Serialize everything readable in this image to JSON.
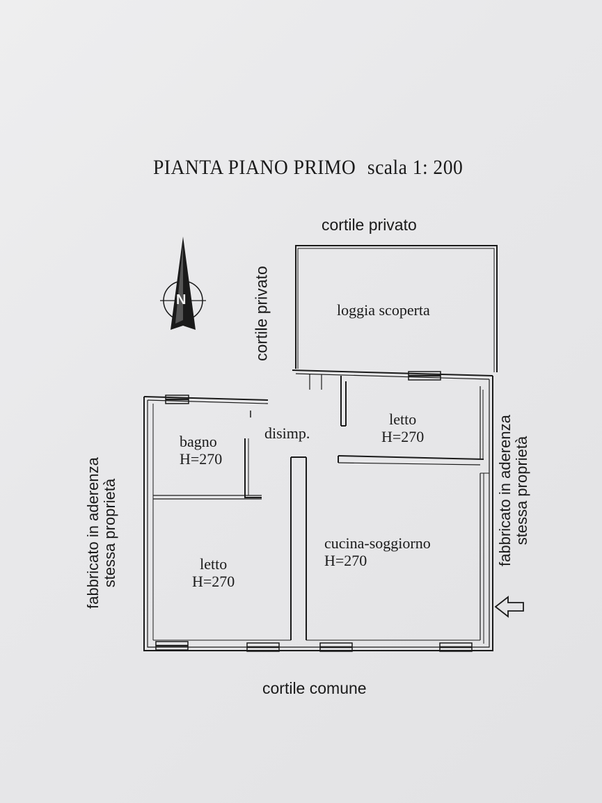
{
  "header": {
    "title": "PIANTA PIANO PRIMO",
    "scale": "scala 1: 200"
  },
  "surroundings": {
    "top": "cortile privato",
    "left_of_loggia": "cortile privato",
    "bottom": "cortile comune",
    "left_side_line1": "fabbricato in aderenza",
    "left_side_line2": "stessa proprietà",
    "right_side_line1": "fabbricato in aderenza",
    "right_side_line2": "stessa proprietà"
  },
  "rooms": {
    "loggia": "loggia scoperta",
    "disimpegno": "disimp.",
    "bagno_name": "bagno",
    "bagno_height": "H=270",
    "letto_top_name": "letto",
    "letto_top_height": "H=270",
    "letto_bottom_name": "letto",
    "letto_bottom_height": "H=270",
    "cucina_name": "cucina-soggiorno",
    "cucina_height": "H=270"
  },
  "compass": {
    "letter": "N",
    "icon": "north-arrow-icon"
  },
  "entrance": {
    "icon": "entrance-arrow-icon"
  },
  "colors": {
    "ink": "#1a1a1a",
    "paper": "#ebebed"
  }
}
